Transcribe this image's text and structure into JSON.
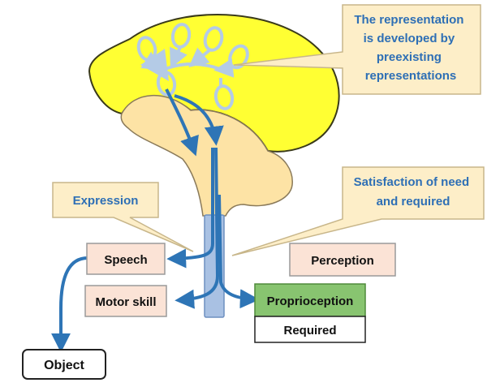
{
  "callouts": {
    "representation": [
      "The representation",
      "is developed by",
      "preexisting",
      "representations"
    ],
    "satisfaction": [
      "Satisfaction of need",
      "and required"
    ],
    "expression": "Expression"
  },
  "boxes": {
    "speech": "Speech",
    "motor_skill": "Motor skill",
    "perception": "Perception",
    "proprioception": "Proprioception",
    "required": "Required",
    "object": "Object"
  },
  "colors": {
    "cortex": "#ffff33",
    "cortex_outline": "#3a3a1a",
    "inner_brain": "#fde3a5",
    "inner_brain_outline": "#8a7a5a",
    "callout_fill": "#fdeec8",
    "callout_border": "#c8b68a",
    "callout_text": "#2e6fb5",
    "arrow": "#2e75b6",
    "loop": "#b4cbe6",
    "spinal": "#a9c1e3",
    "box_fill_peach": "#fbe3d6",
    "box_fill_green": "#88c470",
    "box_border": "#9a9a9a"
  }
}
